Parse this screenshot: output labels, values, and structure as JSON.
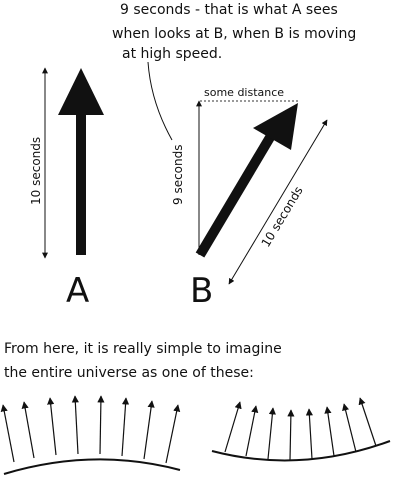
{
  "caption_b": [
    "9 seconds - that is what A sees",
    "when looks at B, when B is moving",
    "at high speed."
  ],
  "label_some_distance": "some distance",
  "label_a_time": "10 seconds",
  "label_b_vertical": "9 seconds",
  "label_b_diagonal": "10 seconds",
  "label_a": "A",
  "label_b": "B",
  "caption_bottom": [
    "From here, it is really simple to imagine",
    "the entire universe as one of these:"
  ],
  "colors": {
    "ink": "#111111",
    "dashed": "#333333"
  }
}
